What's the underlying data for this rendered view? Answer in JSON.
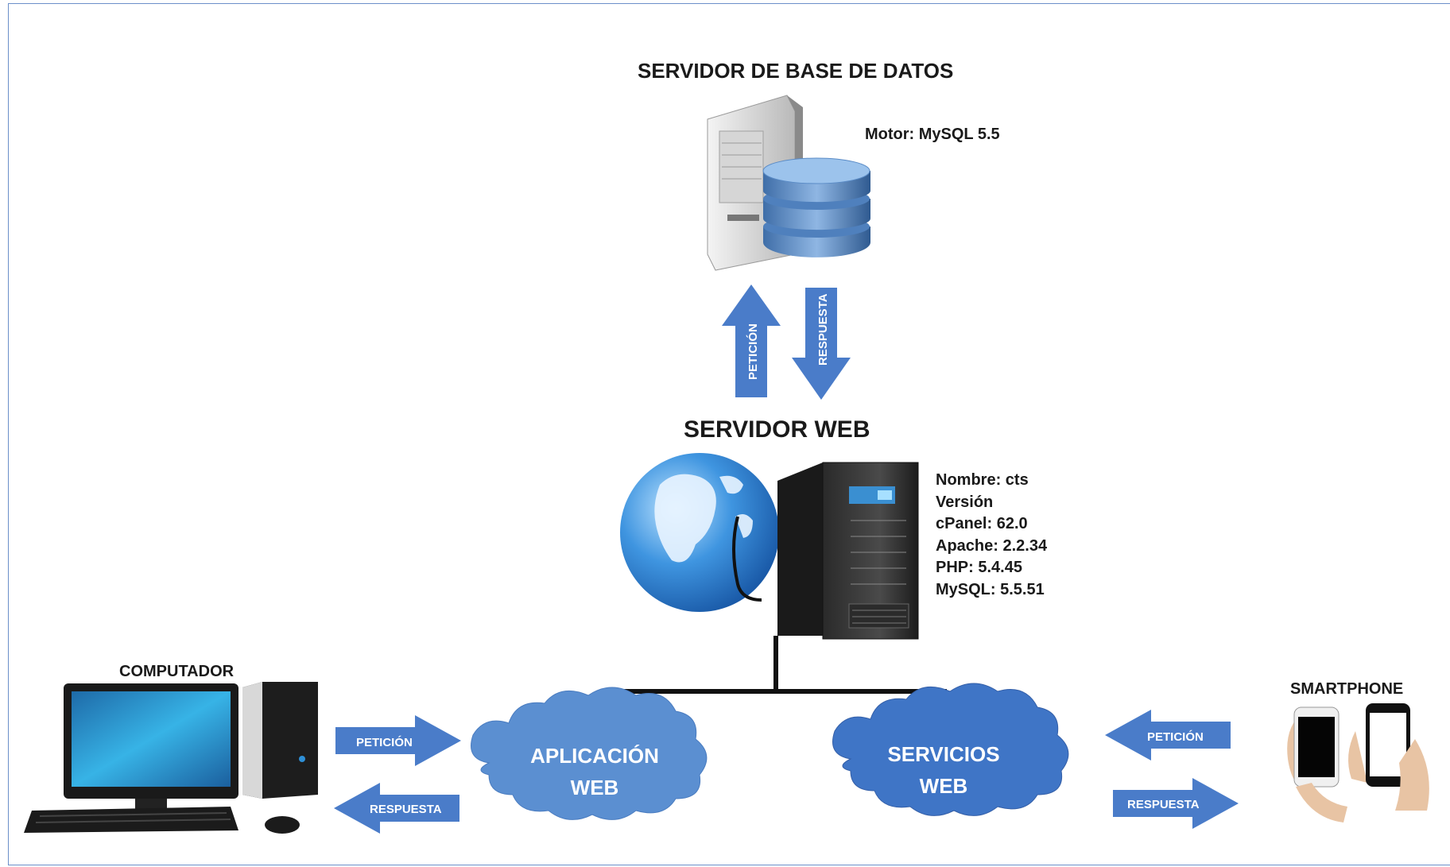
{
  "db_server": {
    "title": "SERVIDOR DE BASE DE DATOS",
    "info": [
      "Motor: MySQL 5.5"
    ]
  },
  "web_server": {
    "title": "SERVIDOR WEB",
    "info": [
      "Nombre: cts",
      "Versión",
      "cPanel: 62.0",
      "Apache: 2.2.34",
      "PHP: 5.4.45",
      "MySQL: 5.5.51"
    ]
  },
  "computer": {
    "title": "COMPUTADOR"
  },
  "smartphone": {
    "title": "SMARTPHONE"
  },
  "clouds": {
    "web_app": [
      "APLICACIÓN",
      "WEB"
    ],
    "web_services": [
      "SERVICIOS",
      "WEB"
    ]
  },
  "arrows": {
    "db_request": "PETICIÓN",
    "db_response": "RESPUESTA",
    "pc_request": "PETICIÓN",
    "pc_response": "RESPUESTA",
    "phone_request": "PETICIÓN",
    "phone_response": "RESPUESTA"
  },
  "colors": {
    "arrow_fill": "#4a7cc9",
    "cloud_web_app": "#5b8fd1",
    "cloud_web_services": "#3f75c6",
    "frame": "#6b8fc9"
  }
}
